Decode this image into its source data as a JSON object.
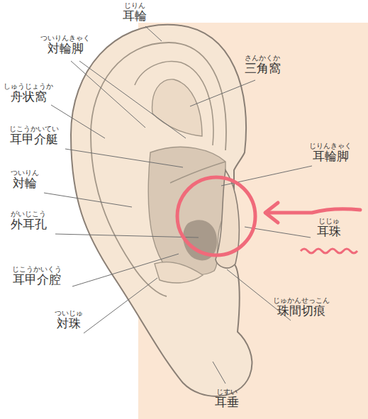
{
  "diagram": {
    "labels": [
      "じりん",
      "耳輪",
      "ついりんきゃく",
      "対輪脚",
      "さんかくか",
      "三角窩",
      "しゅうじょうか",
      "舟状窩",
      "じこうかいてい",
      "耳甲介艇",
      "じりんきゃく",
      "耳輪脚",
      "ついりん",
      "対輪",
      "がいじこう",
      "外耳孔",
      "じじゅ",
      "耳珠",
      "じこうかいくう",
      "耳甲介腔",
      "ついじゅ",
      "対珠",
      "じゅかんせっこん",
      "珠間切痕",
      "じすい",
      "耳垂"
    ]
  }
}
